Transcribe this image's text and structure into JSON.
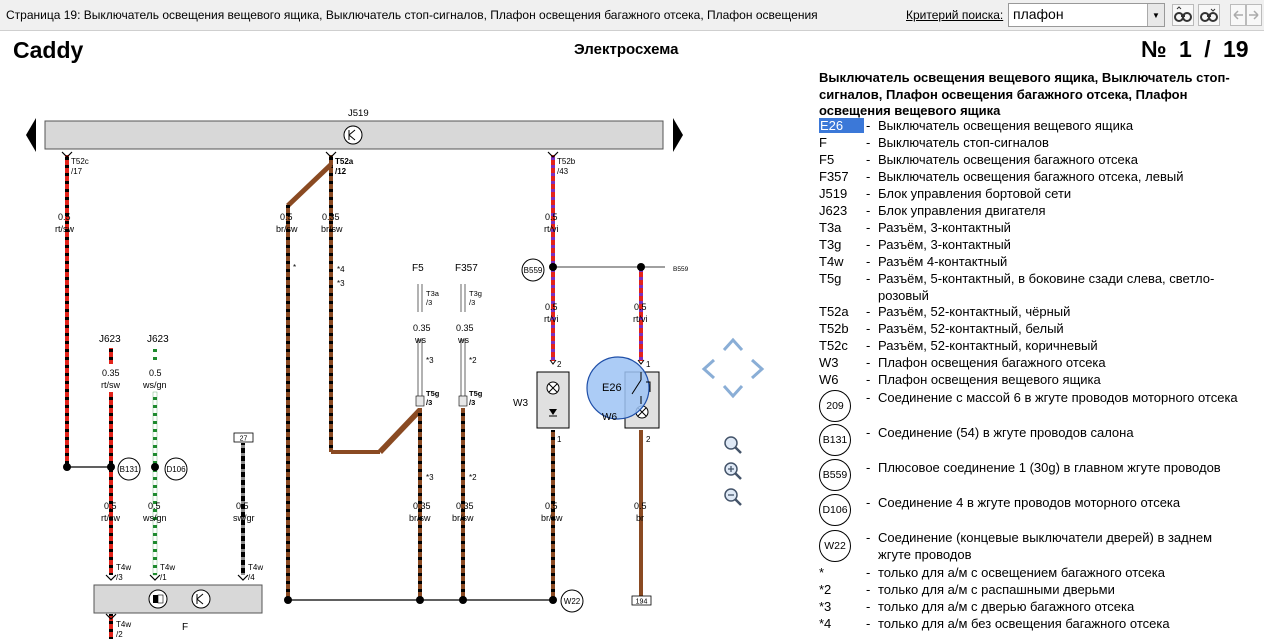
{
  "toolbar": {
    "page_caption": "Страница 19: Выключатель освещения вещевого ящика, Выключатель стоп-сигналов, Плафон освещения багажного отсека, Плафон освещения",
    "search_label": "Критерий поиска:",
    "search_value": "плафон"
  },
  "header": {
    "model": "Caddy",
    "subtitle": "Электросхема",
    "page_no": "№ 1 / 19"
  },
  "legend": {
    "title": "Выключатель освещения вещевого ящика, Выключатель стоп-сигналов, Плафон освещения багажного отсека, Плафон освещения вещевого ящика",
    "items": [
      {
        "code": "E26",
        "desc": "Выключатель освещения вещевого ящика"
      },
      {
        "code": "F",
        "desc": "Выключатель стоп-сигналов"
      },
      {
        "code": "F5",
        "desc": "Выключатель освещения багажного отсека"
      },
      {
        "code": "F357",
        "desc": "Выключатель освещения багажного отсека, левый"
      },
      {
        "code": "J519",
        "desc": "Блок управления бортовой сети"
      },
      {
        "code": "J623",
        "desc": "Блок управления двигателя"
      },
      {
        "code": "T3a",
        "desc": "Разъём, 3-контактный"
      },
      {
        "code": "T3g",
        "desc": "Разъём, 3-контактный"
      },
      {
        "code": "T4w",
        "desc": "Разъём 4-контактный"
      },
      {
        "code": "T5g",
        "desc": "Разъём, 5-контактный, в боковине сзади слева, светло-розовый"
      },
      {
        "code": "T52a",
        "desc": "Разъём, 52-контактный, чёрный"
      },
      {
        "code": "T52b",
        "desc": "Разъём, 52-контактный, белый"
      },
      {
        "code": "T52c",
        "desc": "Разъём, 52-контактный, коричневый"
      },
      {
        "code": "W3",
        "desc": "Плафон освещения багажного отсека"
      },
      {
        "code": "W6",
        "desc": "Плафон освещения вещевого ящика"
      }
    ],
    "connections": [
      {
        "code": "209",
        "desc": "Соединение с массой 6 в жгуте проводов моторного отсека"
      },
      {
        "code": "B131",
        "desc": "Соединение (54) в жгуте проводов салона"
      },
      {
        "code": "B559",
        "desc": "Плюсовое соединение 1 (30g) в главном жгуте проводов"
      },
      {
        "code": "D106",
        "desc": "Соединение 4 в жгуте проводов моторного отсека"
      },
      {
        "code": "W22",
        "desc": "Соединение (концевые выключатели дверей) в заднем жгуте проводов"
      }
    ],
    "notes": [
      {
        "code": "*",
        "desc": "только для а/м с освещением багажного отсека"
      },
      {
        "code": "*2",
        "desc": "только для а/м с распашными дверьми"
      },
      {
        "code": "*3",
        "desc": "только для а/м с дверью багажного отсека"
      },
      {
        "code": "*4",
        "desc": "только для а/м без освещения багажного отсека"
      }
    ]
  },
  "diagram": {
    "j519": "J519",
    "j623a": "J623",
    "j623b": "J623",
    "f5": "F5",
    "f357": "F357",
    "e26": "E26",
    "w3": "W3",
    "w6": "W6",
    "f": "F",
    "t52c": "T52c",
    "t52c_pin": "/17",
    "t52a": "T52a",
    "t52a_pin": "/12",
    "t52b": "T52b",
    "t52b_pin": "/43",
    "t3a": "T3a",
    "t3a_pin": "/3",
    "t3g": "T3g",
    "t3g_pin": "/3",
    "t5g_1": "T5g",
    "t5g_1_pin": "/3",
    "t5g_2": "T5g",
    "t5g_2_pin": "/3",
    "t4w": "T4w",
    "t4w_p3": "/3",
    "t4w_p1": "/1",
    "t4w_p4": "/4",
    "t4w_p2": "/2",
    "b131": "B131",
    "d106": "D106",
    "b559": "B559",
    "b559_right": "B559",
    "w22": "W22",
    "box27": "27",
    "box194": "194",
    "w_05": "0.5",
    "w_035": "0.35",
    "c_rtsw": "rt/sw",
    "c_brsw": "br/sw",
    "c_rtvi": "rt/vi",
    "c_wsgn": "ws/gn",
    "c_ws": "ws",
    "c_swgr": "sw/gr",
    "c_br": "br",
    "n1": "*",
    "n2": "*2",
    "n3": "*3",
    "n4": "*4",
    "pin1": "1",
    "pin2": "2"
  },
  "colors": {
    "red": "#e2231a",
    "black": "#000000",
    "brown": "#8a4a22",
    "violet": "#7b2fbe",
    "green": "#1e8a2e",
    "grey": "#8c8c8c",
    "e26_highlight": "#9ec3f5",
    "selection": "#3b78d8"
  }
}
